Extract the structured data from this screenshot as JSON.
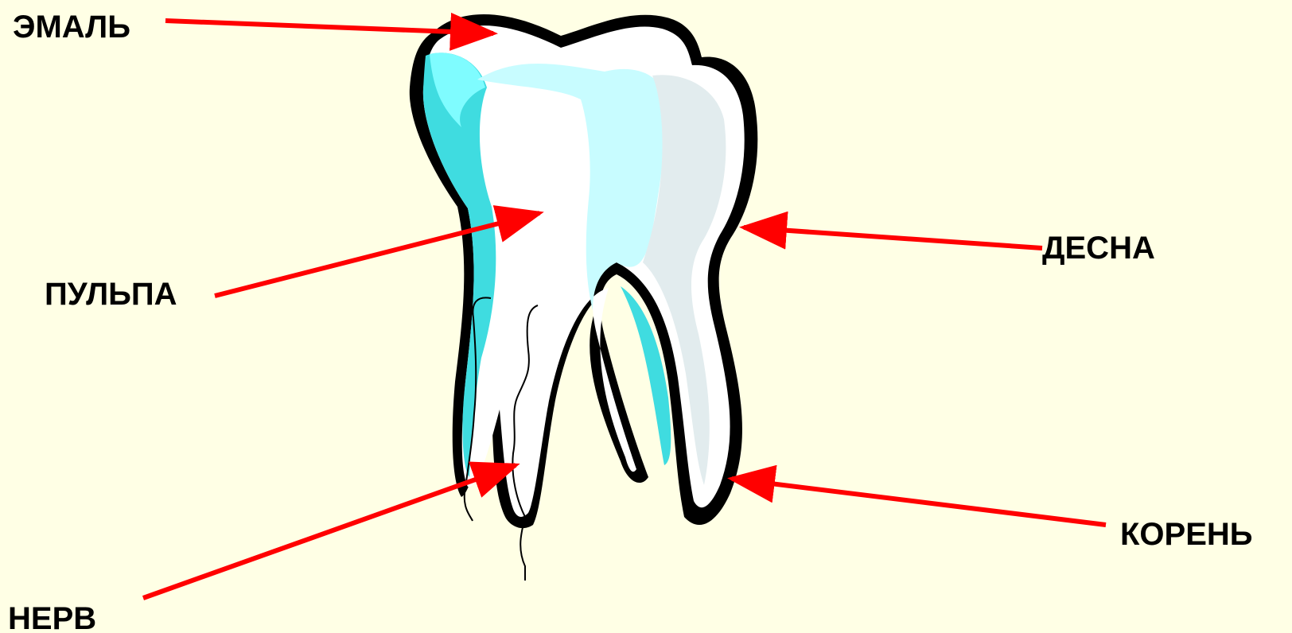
{
  "diagram": {
    "labels": {
      "enamel": "ЭМАЛЬ",
      "gum": "ДЕСНА",
      "pulp": "ПУЛЬПА",
      "root": "КОРЕНЬ",
      "nerve": "НЕРВ"
    }
  }
}
